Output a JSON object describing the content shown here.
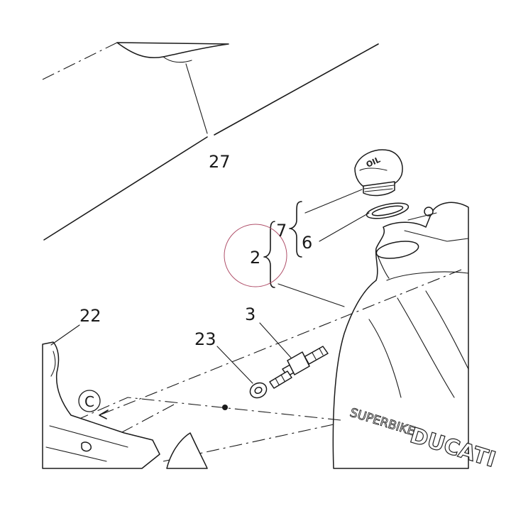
{
  "callouts": {
    "c27": "27",
    "c7": "7",
    "c6": "6",
    "c2": "2",
    "c3": "3",
    "c23": "23",
    "c22": "22",
    "view_marker": "C"
  },
  "cap_label": "OIL",
  "brand": {
    "model": "SUPERBIKE",
    "maker": "DUCATI"
  },
  "colors": {
    "line": "#1a1a1a",
    "highlight_circle": "#b0506a"
  }
}
